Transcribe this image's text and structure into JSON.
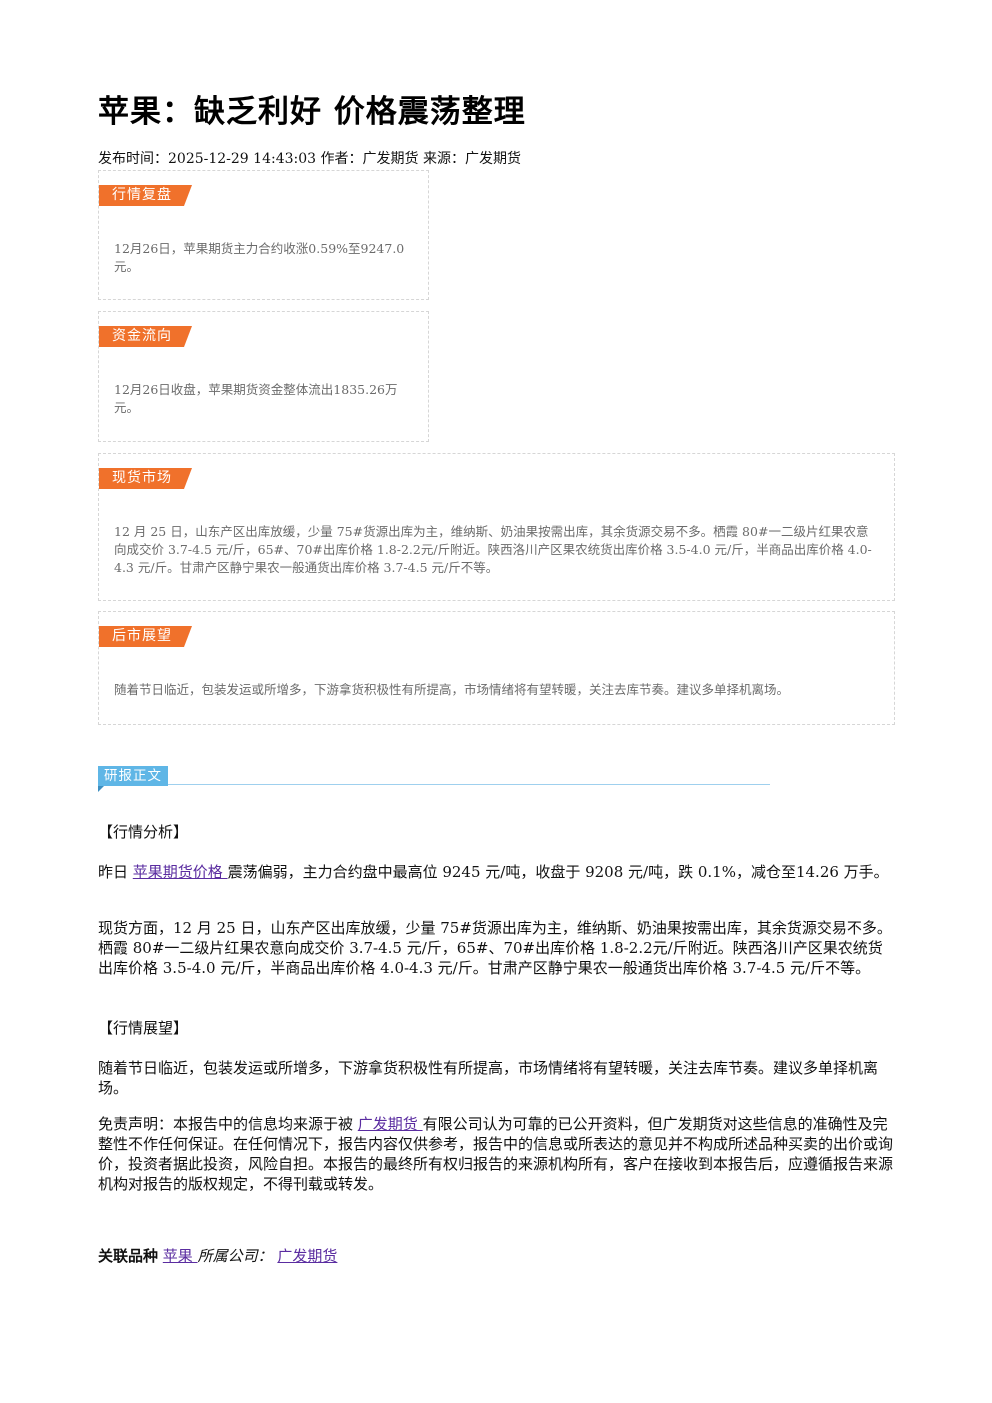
{
  "article": {
    "title": "苹果：缺乏利好 价格震荡整理",
    "meta": "发布时间：2025-12-29 14:43:03 作者：广发期货 来源：广发期货"
  },
  "summary_boxes": [
    {
      "tag": "行情复盘",
      "text": "12月26日，苹果期货主力合约收涨0.59%至9247.0元。"
    },
    {
      "tag": "资金流向",
      "text": "12月26日收盘，苹果期货资金整体流出1835.26万元。"
    },
    {
      "tag": "现货市场",
      "text": "12 月 25 日，山东产区出库放缓，少量 75#货源出库为主，维纳斯、奶油果按需出库，其余货源交易不多。栖霞 80#一二级片红果农意向成交价 3.7-4.5 元/斤，65#、70#出库价格 1.8-2.2元/斤附近。陕西洛川产区果农统货出库价格 3.5-4.0 元/斤，半商品出库价格 4.0-4.3 元/斤。甘肃产区静宁果农一般通货出库价格 3.7-4.5 元/斤不等。"
    },
    {
      "tag": "后市展望",
      "text": "随着节日临近，包装发运或所增多，下游拿货积极性有所提高，市场情绪将有望转暖，关注去库节奏。建议多单择机离场。"
    }
  ],
  "report": {
    "section_label": "研报正文",
    "analysis_heading": "【行情分析】",
    "para1_prefix": "昨日 ",
    "para1_link": "苹果期货价格 ",
    "para1_rest": "震荡偏弱，主力合约盘中最高位 9245 元/吨，收盘于 9208 元/吨，跌 0.1%，减仓至14.26 万手。",
    "para2": "现货方面，12 月 25 日，山东产区出库放缓，少量 75#货源出库为主，维纳斯、奶油果按需出库，其余货源交易不多。栖霞 80#一二级片红果农意向成交价 3.7-4.5 元/斤，65#、70#出库价格 1.8-2.2元/斤附近。陕西洛川产区果农统货出库价格 3.5-4.0 元/斤，半商品出库价格 4.0-4.3 元/斤。甘肃产区静宁果农一般通货出库价格 3.7-4.5 元/斤不等。",
    "outlook_heading": "【行情展望】",
    "para3": "随着节日临近，包装发运或所增多，下游拿货积极性有所提高，市场情绪将有望转暖，关注去库节奏。建议多单择机离场。",
    "disclaimer_prefix": "免责声明：本报告中的信息均来源于被 ",
    "disclaimer_link": "广发期货 ",
    "disclaimer_rest": "有限公司认为可靠的已公开资料，但广发期货对这些信息的准确性及完整性不作任何保证。在任何情况下，报告内容仅供参考，报告中的信息或所表达的意见并不构成所述品种买卖的出价或询价，投资者据此投资，风险自担。本报告的最终所有权归报告的来源机构所有，客户在接收到本报告后，应遵循报告来源机构对报告的版权规定，不得刊载或转发。"
  },
  "footer": {
    "related_label": "关联品种",
    "related_link": "苹果 ",
    "company_label": "所属公司：",
    "company_link": "广发期货"
  }
}
